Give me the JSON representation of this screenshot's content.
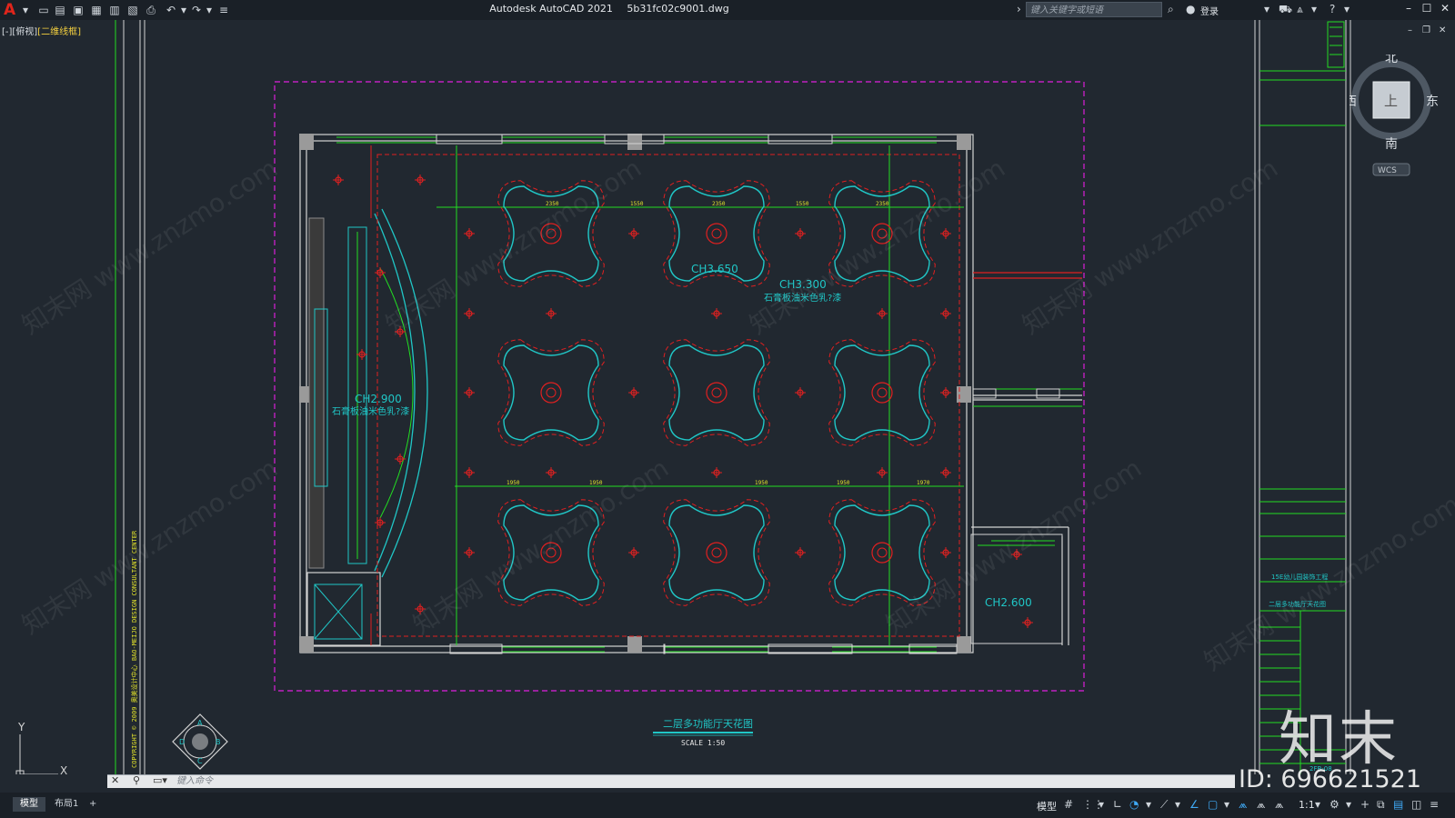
{
  "titlebar": {
    "app_name": "Autodesk AutoCAD 2021",
    "file_name": "5b31fc02c9001.dwg",
    "search_placeholder": "键入关键字或短语",
    "login": "登录"
  },
  "viewport_label": {
    "prefix": "[-][俯视]",
    "mode": "[二维线框]"
  },
  "drawing": {
    "room_label_main_height": "CH3.300",
    "room_label_main_material": "石膏板油米色乳?漆",
    "room_label_center": "CH3.650",
    "room_label_left_height": "CH2.900",
    "room_label_left_material": "石膏板油米色乳?漆",
    "room_label_right": "CH2.600",
    "drawing_title": "二层多功能厅天花图",
    "drawing_scale": "SCALE  1:50",
    "dims_top": [
      "2350",
      "1550",
      "2350",
      "1550",
      "2350"
    ],
    "dims_mid": [
      "1950",
      "1950",
      "1950",
      "1950",
      "1970"
    ],
    "compass_letters": [
      "A",
      "B",
      "C",
      "D"
    ],
    "title_block": {
      "project_name": "15E幼儿园装饰工程",
      "drawing_name": "二层多功能厅天花图",
      "drawing_no": "2FB-08"
    },
    "vertical_copyright": "COPYRIGHT © 2009 奥美设计中心 BAO-MEIJO DESIGN CONSULTANT CENTER"
  },
  "viewcube": {
    "north": "北",
    "south": "南",
    "east": "东",
    "west": "西",
    "face": "上",
    "wcs": "WCS"
  },
  "command": {
    "placeholder": "键入命令"
  },
  "status": {
    "tab_model": "模型",
    "tab_layout1": "布局1",
    "tab_add": "+",
    "model_label": "模型",
    "scale": "1:1"
  },
  "watermark": {
    "logo": "知末",
    "id": "ID: 696621521",
    "text": "知末网 www.znzmo.com"
  },
  "colors": {
    "wall": "#d4d4d4",
    "ceiling": "#20c6c6",
    "accent": "#e02020",
    "green": "#22dd22",
    "magenta": "#c020c0"
  }
}
